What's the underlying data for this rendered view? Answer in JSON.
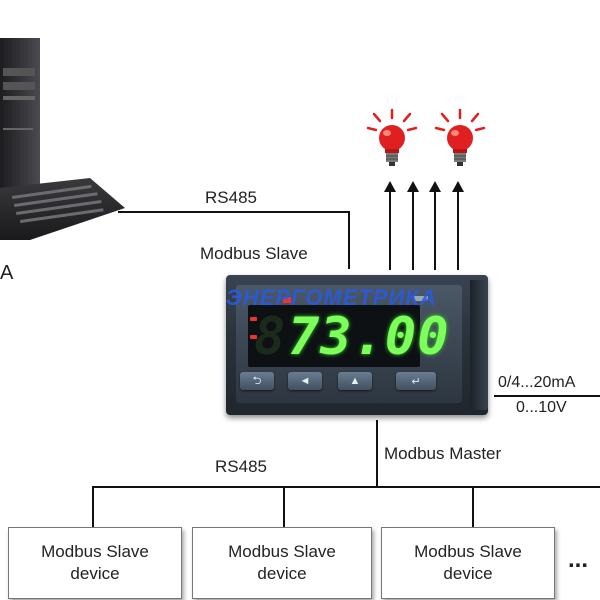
{
  "labels": {
    "rs485_top": "RS485",
    "modbus_slave": "Modbus Slave",
    "modbus_master": "Modbus Master",
    "rs485_bottom": "RS485",
    "analog_current": "0/4...20mA",
    "analog_voltage": "0...10V",
    "pc_label": "A",
    "ellipsis": "..."
  },
  "meter": {
    "display_value": "73.00",
    "watermark": "ЭНЕРГОМЕТРИКА",
    "buttons": [
      "⮌",
      "◄",
      "▲",
      "↵"
    ]
  },
  "slave_devices": [
    {
      "line1": "Modbus Slave",
      "line2": "device"
    },
    {
      "line1": "Modbus Slave",
      "line2": "device"
    },
    {
      "line1": "Modbus Slave",
      "line2": "device"
    }
  ],
  "colors": {
    "display_digits": "#7cff5a",
    "bulb": "#e02020",
    "watermark": "#285ae6"
  }
}
